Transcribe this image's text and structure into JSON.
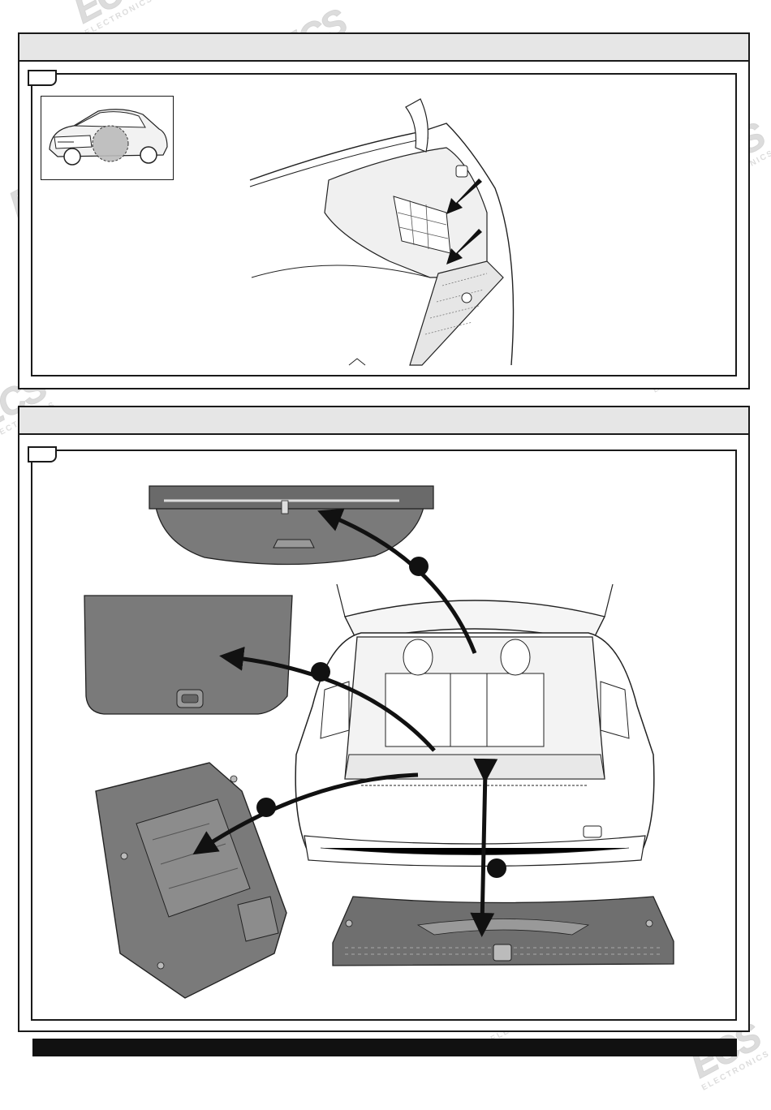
{
  "watermark": {
    "logo": "ECS",
    "subtitle": "ELECTRONICS"
  },
  "colors": {
    "frame": "#1a1a1a",
    "header_fill": "#e6e6e6",
    "part_fill": "#777777",
    "footer": "#111111"
  },
  "steps": [
    {
      "name": "step-1",
      "icons": [
        "car-rear-view-icon",
        "trunk-interior-icon",
        "arrow-icon"
      ]
    },
    {
      "name": "step-2",
      "icons": [
        "parcel-shelf-icon",
        "floor-panel-icon",
        "storage-tray-icon",
        "sill-trim-icon",
        "estate-car-rear-icon",
        "arrow-icon"
      ]
    }
  ]
}
